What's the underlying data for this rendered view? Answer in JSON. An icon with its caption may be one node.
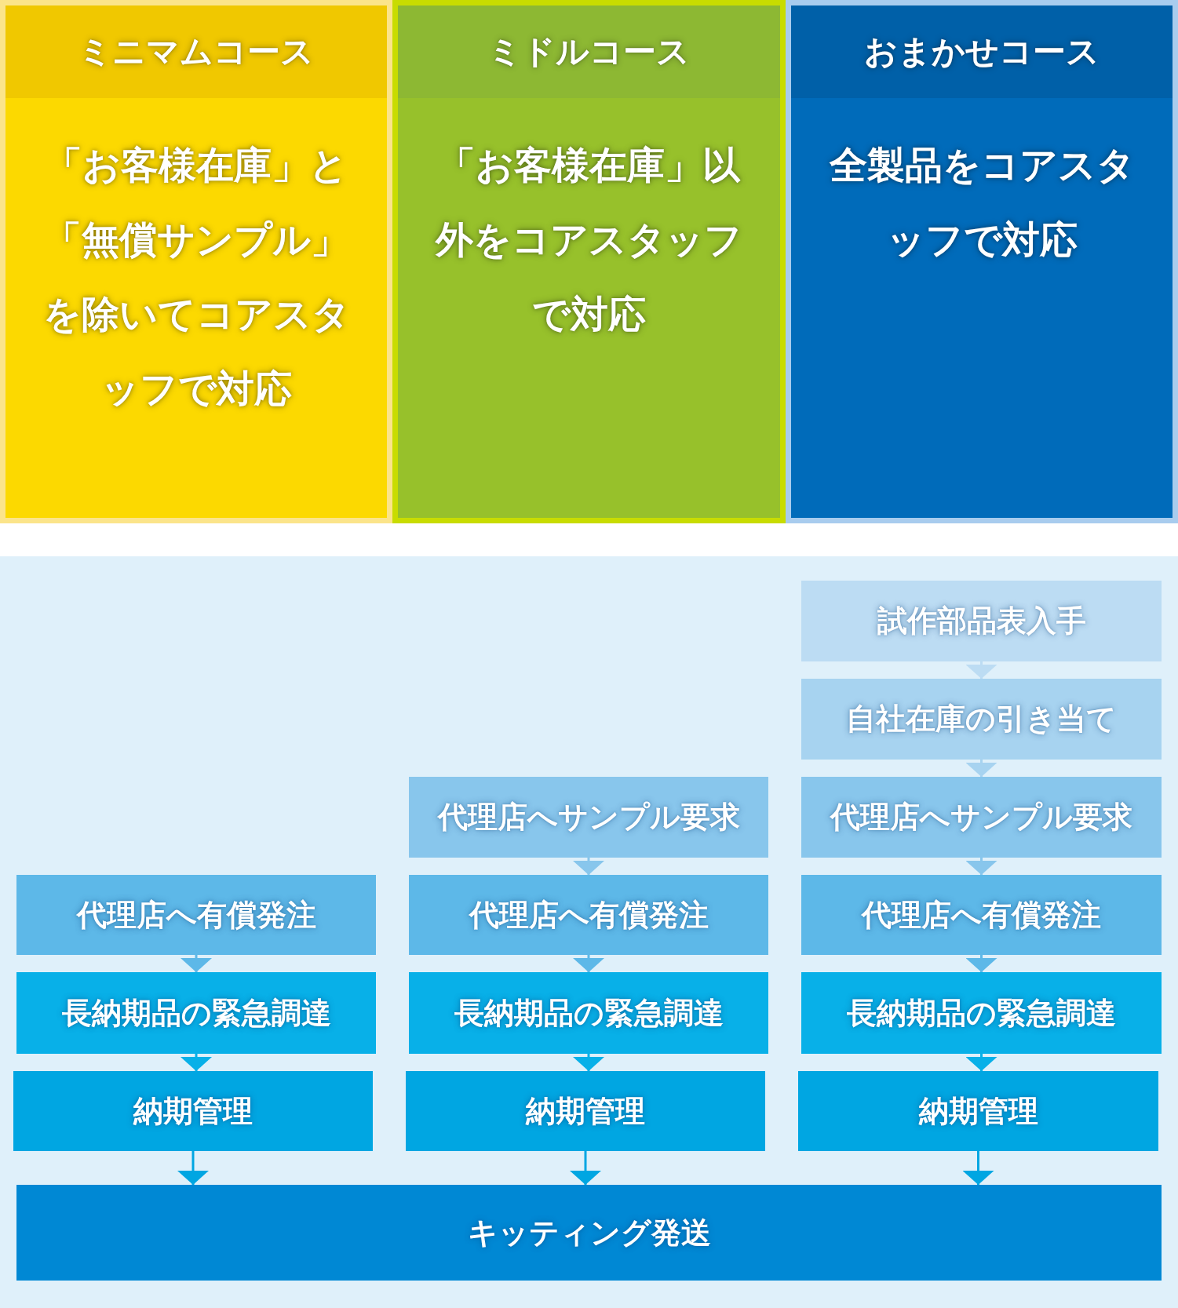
{
  "diagram": {
    "nodes": [
      {
        "text": [
          "ミニマムコース",
          "「お客様在庫」と「無償サンプル」を除いてコアスタッフで対応"
        ]
      },
      {
        "text": [
          "ミドルコース",
          "「お客様在庫」以外をコアスタッフで対応"
        ]
      },
      {
        "text": [
          "おまかせコース",
          "全製品をコアスタッフで対応"
        ]
      },
      {
        "text": [
          "試作部品表入手"
        ]
      },
      {
        "text": [
          "自社在庫の引き当て"
        ]
      },
      {
        "text": [
          "代理店へサンプル要求"
        ]
      },
      {
        "text": [
          "代理店へサンプル要求"
        ]
      },
      {
        "text": [
          "代理店へ有償発注"
        ]
      },
      {
        "text": [
          "代理店へ有償発注"
        ]
      },
      {
        "text": [
          "代理店へ有償発注"
        ]
      },
      {
        "text": [
          "長納期品の緊急調達"
        ]
      },
      {
        "text": [
          "長納期品の緊急調達"
        ]
      },
      {
        "text": [
          "長納期品の緊急調達"
        ]
      },
      {
        "text": [
          "納期管理"
        ]
      },
      {
        "text": [
          "納期管理"
        ]
      },
      {
        "text": [
          "納期管理"
        ]
      },
      {
        "text": [
          "キッティング発送"
        ]
      }
    ],
    "edges": [
      {
        "from": 3,
        "to": 4,
        "arrow": "to",
        "color": "#bcdcf3"
      },
      {
        "from": 4,
        "to": 6,
        "arrow": "to",
        "color": "#a7d3f0"
      },
      {
        "from": 5,
        "to": 8,
        "arrow": "to",
        "color": "#88c6ec"
      },
      {
        "from": 6,
        "to": 9,
        "arrow": "to",
        "color": "#88c6ec"
      },
      {
        "from": 7,
        "to": 10,
        "arrow": "to",
        "color": "#5db8e8"
      },
      {
        "from": 8,
        "to": 11,
        "arrow": "to",
        "color": "#5db8e8"
      },
      {
        "from": 9,
        "to": 12,
        "arrow": "to",
        "color": "#5db8e8"
      },
      {
        "from": 10,
        "to": 13,
        "arrow": "to",
        "color": "#08b0e8"
      },
      {
        "from": 11,
        "to": 14,
        "arrow": "to",
        "color": "#08b0e8"
      },
      {
        "from": 12,
        "to": 15,
        "arrow": "to",
        "color": "#08b0e8"
      },
      {
        "from": 13,
        "to": 16,
        "arrow": "to",
        "color": "#00a6e2"
      },
      {
        "from": 14,
        "to": 16,
        "arrow": "to",
        "color": "#00a6e2"
      },
      {
        "from": 15,
        "to": 16,
        "arrow": "to",
        "color": "#00a6e2"
      }
    ]
  }
}
